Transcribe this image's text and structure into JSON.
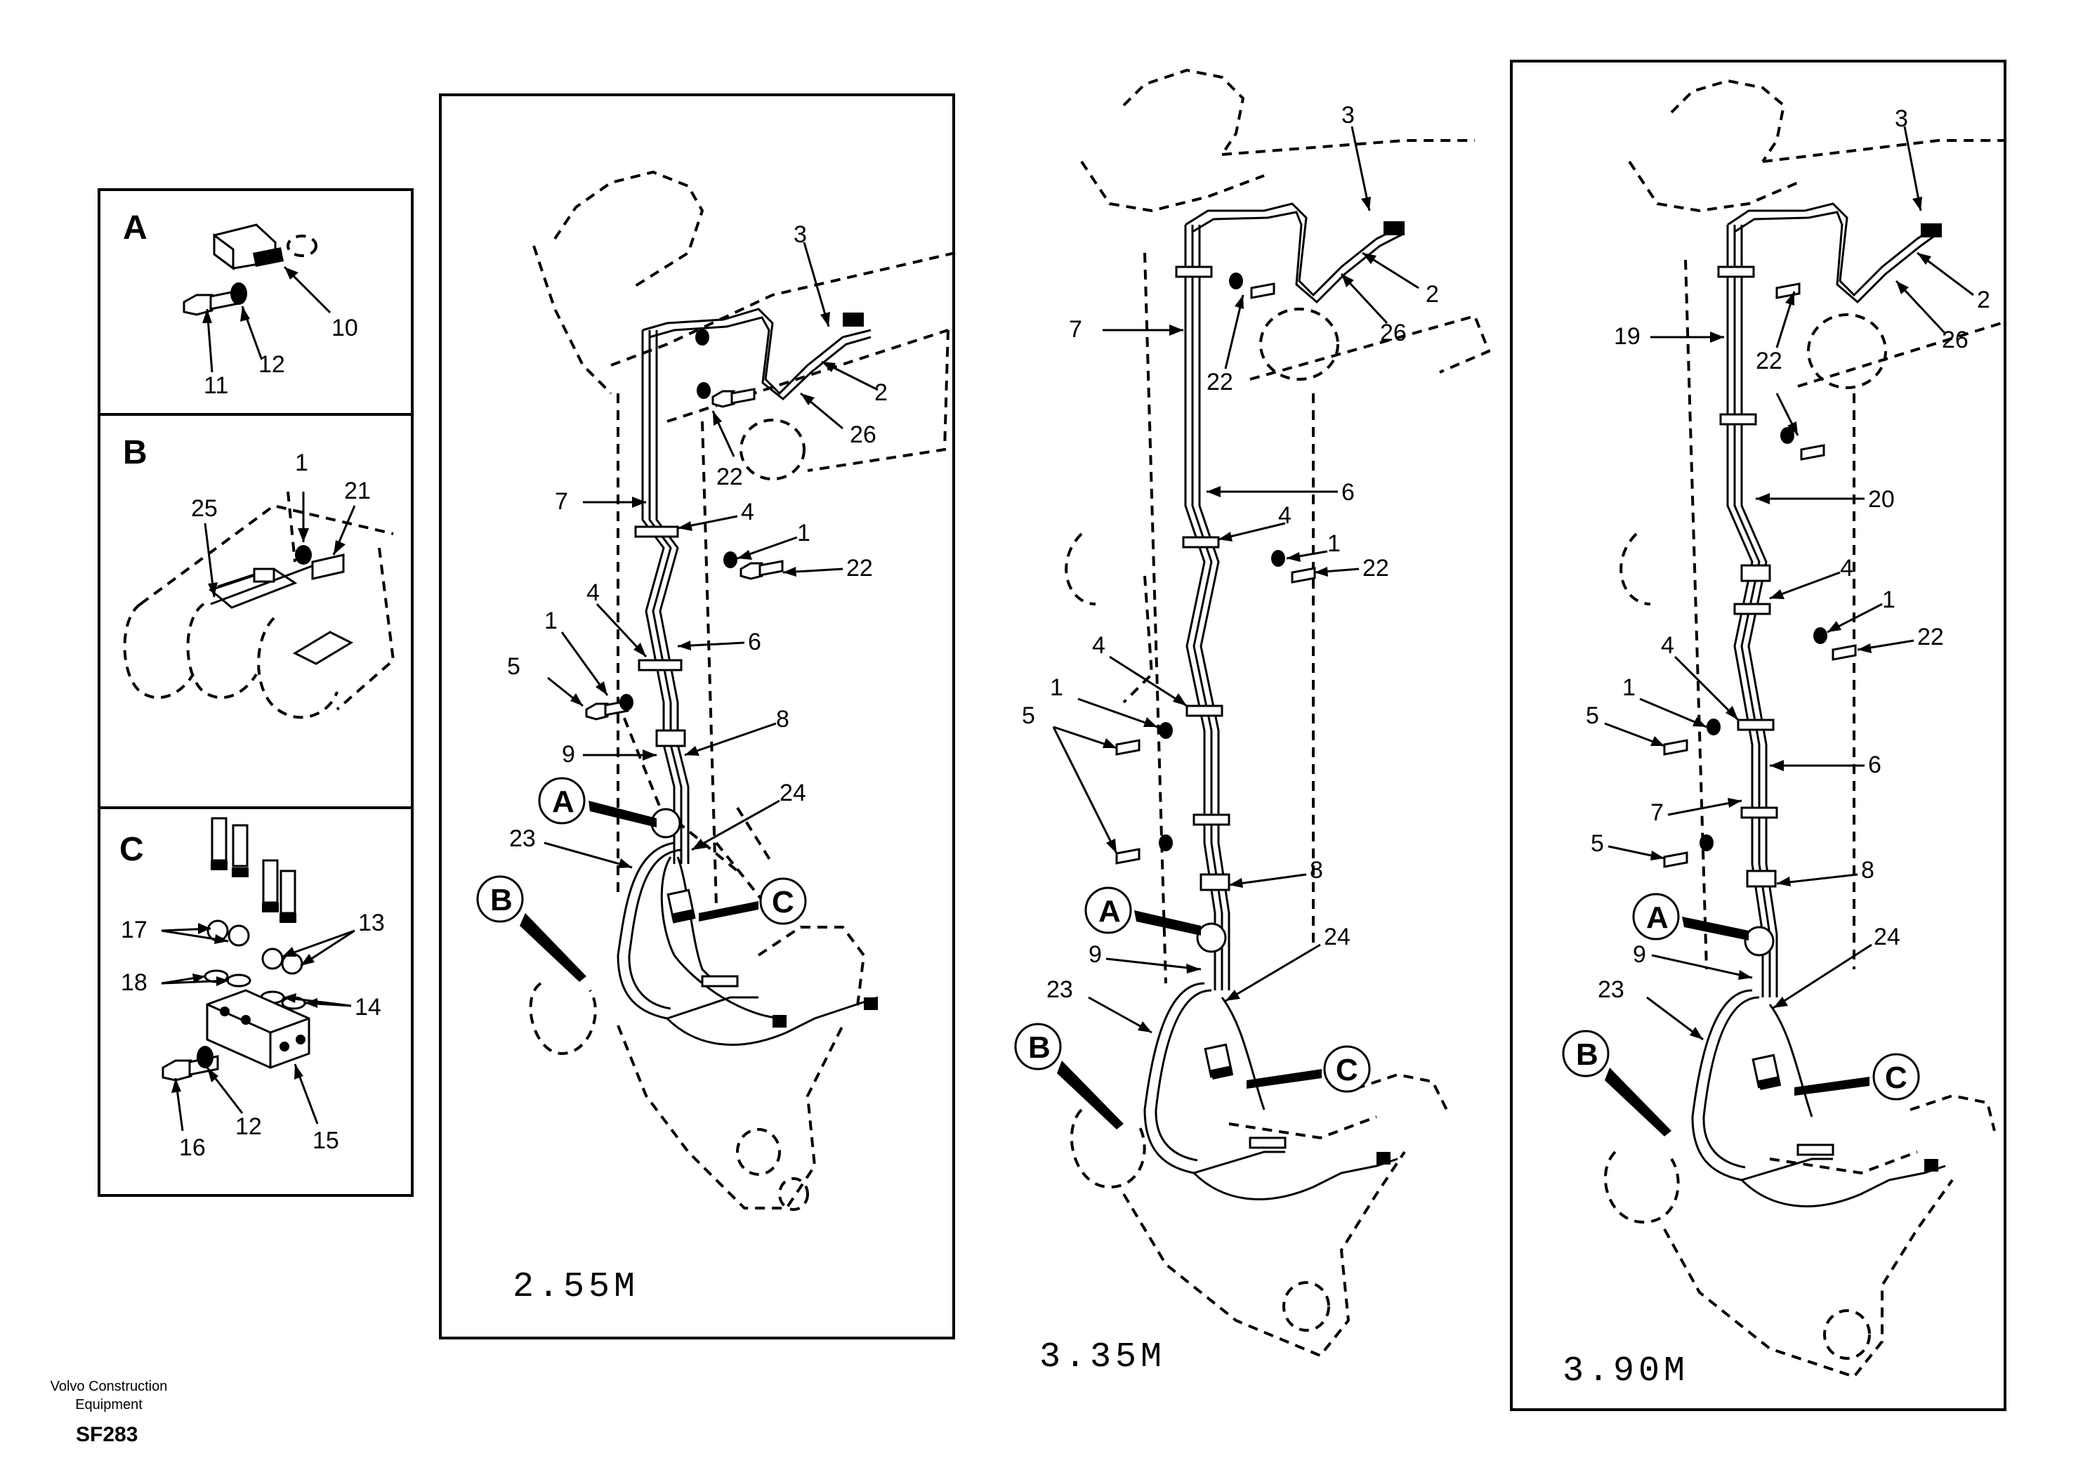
{
  "footer": {
    "company_line1": "Volvo Construction",
    "company_line2": "Equipment",
    "code": "SF283"
  },
  "detail_panels": {
    "a": {
      "letter": "A",
      "parts": [
        "10",
        "11",
        "12"
      ]
    },
    "b": {
      "letter": "B",
      "parts": [
        "1",
        "21",
        "25"
      ]
    },
    "c": {
      "letter": "C",
      "parts": [
        "17",
        "13",
        "18",
        "14",
        "16",
        "12",
        "15"
      ]
    }
  },
  "views": [
    {
      "size": "2.55M",
      "labels": [
        "3",
        "2",
        "26",
        "22",
        "7",
        "4",
        "1",
        "22",
        "4",
        "6",
        "1",
        "5",
        "8",
        "9",
        "24",
        "23"
      ],
      "callouts": [
        "A",
        "B",
        "C"
      ]
    },
    {
      "size": "3.35M",
      "labels": [
        "3",
        "2",
        "26",
        "7",
        "22",
        "6",
        "4",
        "1",
        "22",
        "4",
        "1",
        "5",
        "8",
        "9",
        "24",
        "23"
      ],
      "callouts": [
        "A",
        "B",
        "C"
      ]
    },
    {
      "size": "3.90M",
      "labels": [
        "3",
        "2",
        "26",
        "19",
        "22",
        "20",
        "4",
        "1",
        "22",
        "4",
        "1",
        "5",
        "6",
        "7",
        "5",
        "8",
        "9",
        "24",
        "23"
      ],
      "callouts": [
        "A",
        "B",
        "C"
      ]
    }
  ]
}
